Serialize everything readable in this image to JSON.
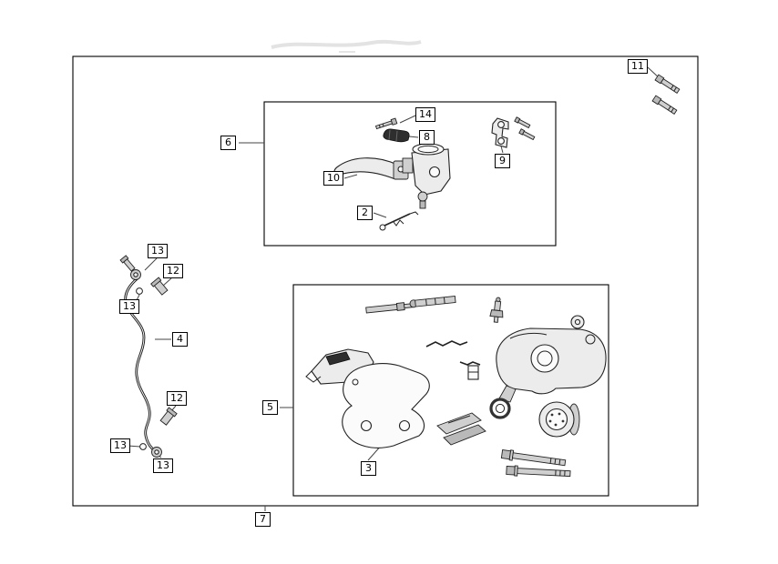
{
  "callouts": {
    "c2": "2",
    "c3": "3",
    "c4": "4",
    "c5": "5",
    "c6": "6",
    "c7": "7",
    "c8": "8",
    "c9": "9",
    "c10": "10",
    "c11": "11",
    "c12": "12",
    "c13": "13",
    "c14": "14"
  },
  "colors": {
    "background": "#ffffff",
    "ink": "#1a1a1a",
    "frame": "#000000",
    "metal_light": "#ececec",
    "metal_mid": "#cfcfcf",
    "dark_part": "#2e2e2e"
  }
}
